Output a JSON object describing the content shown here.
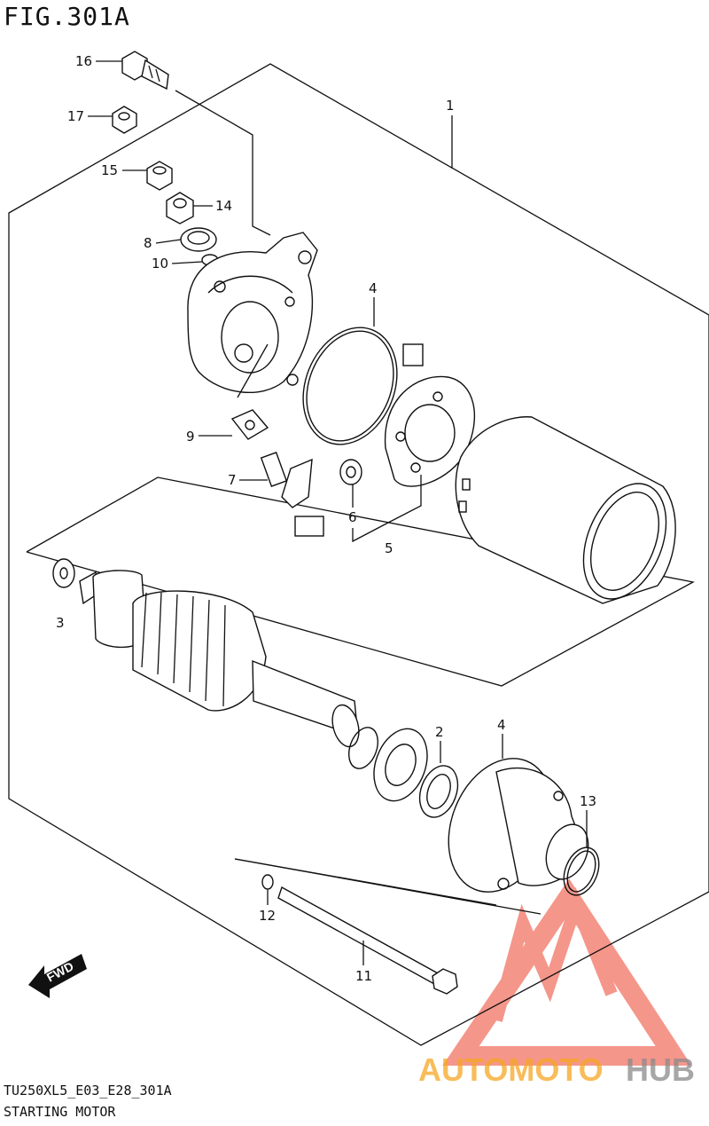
{
  "header": {
    "figure_title": "FIG.301A"
  },
  "footer": {
    "model_code": "TU250XL5_E03_E28_301A",
    "caption": "STARTING MOTOR"
  },
  "callouts": [
    "1",
    "2",
    "3",
    "4",
    "4",
    "5",
    "6",
    "7",
    "8",
    "9",
    "10",
    "11",
    "12",
    "13",
    "14",
    "15",
    "16",
    "17"
  ],
  "fwd_label": "FWD",
  "watermark": {
    "word1": "AUTOMOTO",
    "word2": "HUB",
    "color_accent": "#f26b5b",
    "color_orange": "#f6a623",
    "color_gray": "#8a8a8a"
  },
  "colors": {
    "ink": "#111111",
    "background": "#ffffff"
  }
}
